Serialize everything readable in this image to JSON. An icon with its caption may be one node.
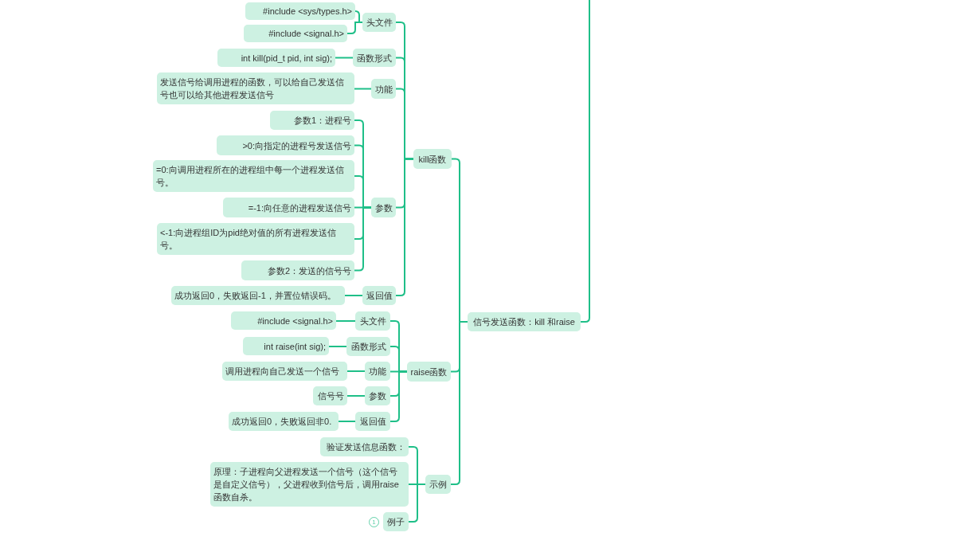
{
  "diagram": {
    "nodes": [
      {
        "text": [
          "#include <sys/types.h>"
        ]
      },
      {
        "text": [
          "头文件"
        ]
      },
      {
        "text": [
          "#include <signal.h>"
        ]
      },
      {
        "text": [
          "int kill(pid_t pid, int sig);"
        ]
      },
      {
        "text": [
          "函数形式"
        ]
      },
      {
        "text": [
          "发送信号给调用进程的函数，可以给自己发送信号也可以给其他进程发送信号"
        ]
      },
      {
        "text": [
          "功能"
        ]
      },
      {
        "text": [
          "参数1：进程号"
        ]
      },
      {
        "text": [
          ">0:向指定的进程号发送信号"
        ]
      },
      {
        "text": [
          "=0:向调用进程所在的进程组中每一个进程发送信号。"
        ]
      },
      {
        "text": [
          "kill函数"
        ]
      },
      {
        "text": [
          "=-1:向任意的进程发送信号"
        ]
      },
      {
        "text": [
          "参数"
        ]
      },
      {
        "text": [
          "<-1:向进程组ID为pid绝对值的所有进程发送信号。"
        ]
      },
      {
        "text": [
          "参数2：发送的信号号"
        ]
      },
      {
        "text": [
          "成功返回0，失败返回-1，并置位错误码。"
        ]
      },
      {
        "text": [
          "返回值"
        ]
      },
      {
        "text": [
          "#include <signal.h>"
        ]
      },
      {
        "text": [
          "头文件"
        ]
      },
      {
        "text": [
          "信号发送函数：kill 和raise"
        ]
      },
      {
        "text": [
          "int raise(int sig);"
        ]
      },
      {
        "text": [
          "函数形式"
        ]
      },
      {
        "text": [
          "调用进程向自己发送一个信号"
        ]
      },
      {
        "text": [
          "功能"
        ]
      },
      {
        "text": [
          "raise函数"
        ]
      },
      {
        "text": [
          "信号号"
        ]
      },
      {
        "text": [
          "参数"
        ]
      },
      {
        "text": [
          "成功返回0，失败返回非0."
        ]
      },
      {
        "text": [
          "返回值"
        ]
      },
      {
        "text": [
          "验证发送信息函数："
        ]
      },
      {
        "text": [
          "原理：子进程向父进程发送一个信号（这个信号是自定义信号），父进程收到信号后，调用raise函数自杀。"
        ]
      },
      {
        "text": [
          "示例"
        ]
      },
      {
        "text": [
          "例子"
        ],
        "beside": [
          "1"
        ]
      }
    ],
    "edges": [
      {
        "from": 1,
        "to": 0,
        "arrow": "none"
      },
      {
        "from": 1,
        "to": 2,
        "arrow": "none"
      },
      {
        "from": 4,
        "to": 3,
        "arrow": "none"
      },
      {
        "from": 6,
        "to": 5,
        "arrow": "none"
      },
      {
        "from": 12,
        "to": 7,
        "arrow": "none"
      },
      {
        "from": 12,
        "to": 8,
        "arrow": "none"
      },
      {
        "from": 12,
        "to": 9,
        "arrow": "none"
      },
      {
        "from": 12,
        "to": 11,
        "arrow": "none"
      },
      {
        "from": 12,
        "to": 13,
        "arrow": "none"
      },
      {
        "from": 12,
        "to": 14,
        "arrow": "none"
      },
      {
        "from": 16,
        "to": 15,
        "arrow": "none"
      },
      {
        "from": 10,
        "to": 1,
        "arrow": "none"
      },
      {
        "from": 10,
        "to": 4,
        "arrow": "none"
      },
      {
        "from": 10,
        "to": 6,
        "arrow": "none"
      },
      {
        "from": 10,
        "to": 12,
        "arrow": "none"
      },
      {
        "from": 10,
        "to": 16,
        "arrow": "none"
      },
      {
        "from": 18,
        "to": 17,
        "arrow": "none"
      },
      {
        "from": 21,
        "to": 20,
        "arrow": "none"
      },
      {
        "from": 23,
        "to": 22,
        "arrow": "none"
      },
      {
        "from": 26,
        "to": 25,
        "arrow": "none"
      },
      {
        "from": 28,
        "to": 27,
        "arrow": "none"
      },
      {
        "from": 24,
        "to": 18,
        "arrow": "none"
      },
      {
        "from": 24,
        "to": 21,
        "arrow": "none"
      },
      {
        "from": 24,
        "to": 23,
        "arrow": "none"
      },
      {
        "from": 24,
        "to": 26,
        "arrow": "none"
      },
      {
        "from": 24,
        "to": 28,
        "arrow": "none"
      },
      {
        "from": 31,
        "to": 29,
        "arrow": "none"
      },
      {
        "from": 31,
        "to": 30,
        "arrow": "none"
      },
      {
        "from": 31,
        "to": 32,
        "arrow": "none"
      },
      {
        "from": 19,
        "to": 10,
        "arrow": "none"
      },
      {
        "from": 19,
        "to": 24,
        "arrow": "none"
      },
      {
        "from": 19,
        "to": 31,
        "arrow": "none"
      },
      {
        "from": 19,
        "to": null,
        "arrow": "none"
      }
    ]
  }
}
